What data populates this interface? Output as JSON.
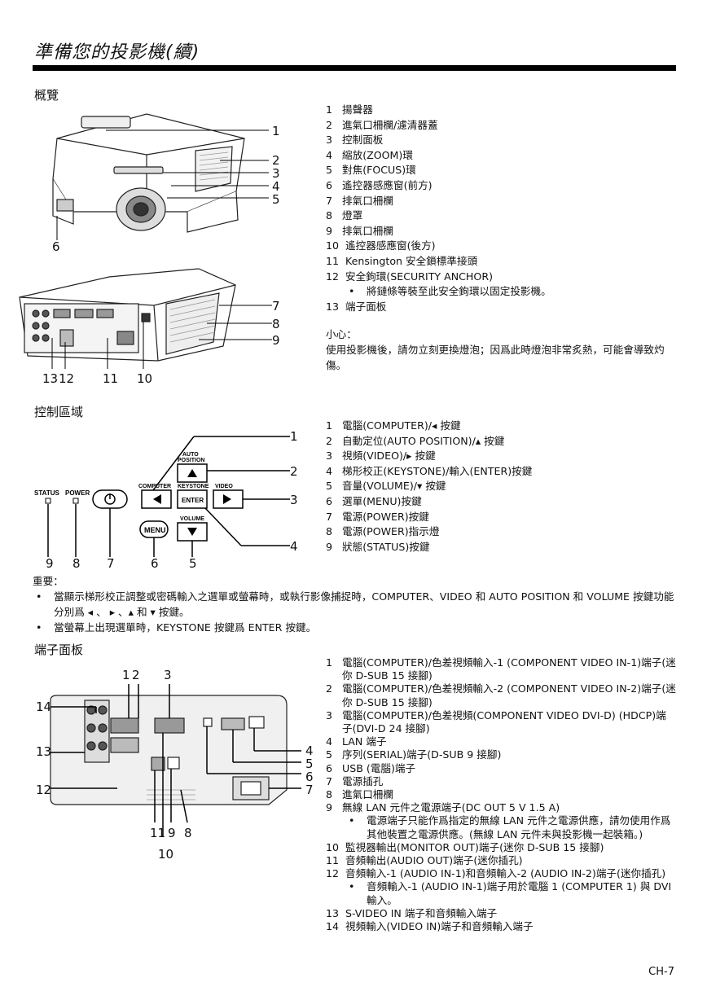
{
  "header": {
    "title": "準備您的投影機(續)"
  },
  "overview": {
    "heading": "概覽",
    "callouts_top": [
      "1",
      "2",
      "3",
      "4",
      "5",
      "6"
    ],
    "callouts_bottom": [
      "7",
      "8",
      "9",
      "13",
      "12",
      "11",
      "10"
    ],
    "items": [
      {
        "n": "1",
        "t": "揚聲器"
      },
      {
        "n": "2",
        "t": "進氣口柵欄/濾清器蓋"
      },
      {
        "n": "3",
        "t": "控制面板"
      },
      {
        "n": "4",
        "t": "縮放(ZOOM)環"
      },
      {
        "n": "5",
        "t": "對焦(FOCUS)環"
      },
      {
        "n": "6",
        "t": "遙控器感應窗(前方)"
      },
      {
        "n": "7",
        "t": "排氣口柵欄"
      },
      {
        "n": "8",
        "t": "燈罩"
      },
      {
        "n": "9",
        "t": "排氣口柵欄"
      },
      {
        "n": "10",
        "t": "遙控器感應窗(後方)"
      },
      {
        "n": "11",
        "t": "Kensington 安全鎖標準接頭"
      },
      {
        "n": "12",
        "t": "安全鉤環(SECURITY ANCHOR)"
      }
    ],
    "bullet_12": "將鏈條等裝至此安全鉤環以固定投影機。",
    "item_13": {
      "n": "13",
      "t": "端子面板"
    },
    "caution_label": "小心：",
    "caution_text": "使用投影機後，請勿立刻更換燈泡；因爲此時燈泡非常炙熱，可能會導致灼傷。"
  },
  "control": {
    "heading": "控制區域",
    "panel_labels": {
      "status": "STATUS",
      "power": "POWER",
      "computer": "COMPUTER",
      "auto": "AUTO",
      "position": "POSITION",
      "keystone": "KEYSTONE",
      "enter": "ENTER",
      "video": "VIDEO",
      "volume": "VOLUME",
      "menu": "MENU"
    },
    "callouts": [
      "1",
      "2",
      "3",
      "4",
      "9",
      "8",
      "7",
      "6",
      "5"
    ],
    "items": [
      {
        "n": "1",
        "t": "電腦(COMPUTER)/◂ 按鍵"
      },
      {
        "n": "2",
        "t": "自動定位(AUTO POSITION)/▴ 按鍵"
      },
      {
        "n": "3",
        "t": "視頻(VIDEO)/▸ 按鍵"
      },
      {
        "n": "4",
        "t": "梯形校正(KEYSTONE)/輸入(ENTER)按鍵"
      },
      {
        "n": "5",
        "t": "音量(VOLUME)/▾ 按鍵"
      },
      {
        "n": "6",
        "t": "選單(MENU)按鍵"
      },
      {
        "n": "7",
        "t": "電源(POWER)按鍵"
      },
      {
        "n": "8",
        "t": "電源(POWER)指示燈"
      },
      {
        "n": "9",
        "t": "狀態(STATUS)按鍵"
      }
    ],
    "important_label": "重要：",
    "important_1": "當顯示梯形校正調整或密碼輸入之選單或螢幕時，或執行影像捕捉時，COMPUTER、VIDEO 和 AUTO POSITION 和 VOLUME 按鍵功能分別爲 ◂ 、 ▸ 、▴ 和 ▾ 按鍵。",
    "important_2": "當螢幕上出現選單時，KEYSTONE 按鍵爲 ENTER 按鍵。"
  },
  "terminal": {
    "heading": "端子面板",
    "callouts": [
      "1",
      "2",
      "3",
      "14",
      "13",
      "12",
      "4",
      "5",
      "6",
      "7",
      "11",
      "9",
      "8",
      "10"
    ],
    "items": [
      {
        "n": "1",
        "t": "電腦(COMPUTER)/色差視頻輸入-1 (COMPONENT VIDEO IN-1)端子(迷你 D-SUB 15 接腳)"
      },
      {
        "n": "2",
        "t": "電腦(COMPUTER)/色差視頻輸入-2 (COMPONENT VIDEO IN-2)端子(迷你 D-SUB 15 接腳)"
      },
      {
        "n": "3",
        "t": "電腦(COMPUTER)/色差視頻(COMPONENT VIDEO DVI-D) (HDCP)端子(DVI-D 24 接腳)"
      },
      {
        "n": "4",
        "t": "LAN 端子"
      },
      {
        "n": "5",
        "t": "序列(SERIAL)端子(D-SUB 9 接腳)"
      },
      {
        "n": "6",
        "t": "USB (電腦)端子"
      },
      {
        "n": "7",
        "t": "電源插孔"
      },
      {
        "n": "8",
        "t": "進氣口柵欄"
      },
      {
        "n": "9",
        "t": "無線 LAN 元件之電源端子(DC OUT 5 V 1.5 A)"
      }
    ],
    "bullet_9": "電源端子只能作爲指定的無線 LAN 元件之電源供應，請勿使用作爲其他裝置之電源供應。(無線 LAN 元件未與投影機一起裝箱。)",
    "items_b": [
      {
        "n": "10",
        "t": "監視器輸出(MONITOR OUT)端子(迷你 D-SUB 15 接腳)"
      },
      {
        "n": "11",
        "t": "音頻輸出(AUDIO OUT)端子(迷你插孔)"
      },
      {
        "n": "12",
        "t": "音頻輸入-1 (AUDIO IN-1)和音頻輸入-2 (AUDIO IN-2)端子(迷你插孔)"
      }
    ],
    "bullet_12": "音頻輸入-1 (AUDIO IN-1)端子用於電腦 1 (COMPUTER 1) 與 DVI 輸入。",
    "items_c": [
      {
        "n": "13",
        "t": "S-VIDEO IN 端子和音頻輸入端子"
      },
      {
        "n": "14",
        "t": "視頻輸入(VIDEO IN)端子和音頻輸入端子"
      }
    ]
  },
  "footer": {
    "page": "CH-7"
  }
}
